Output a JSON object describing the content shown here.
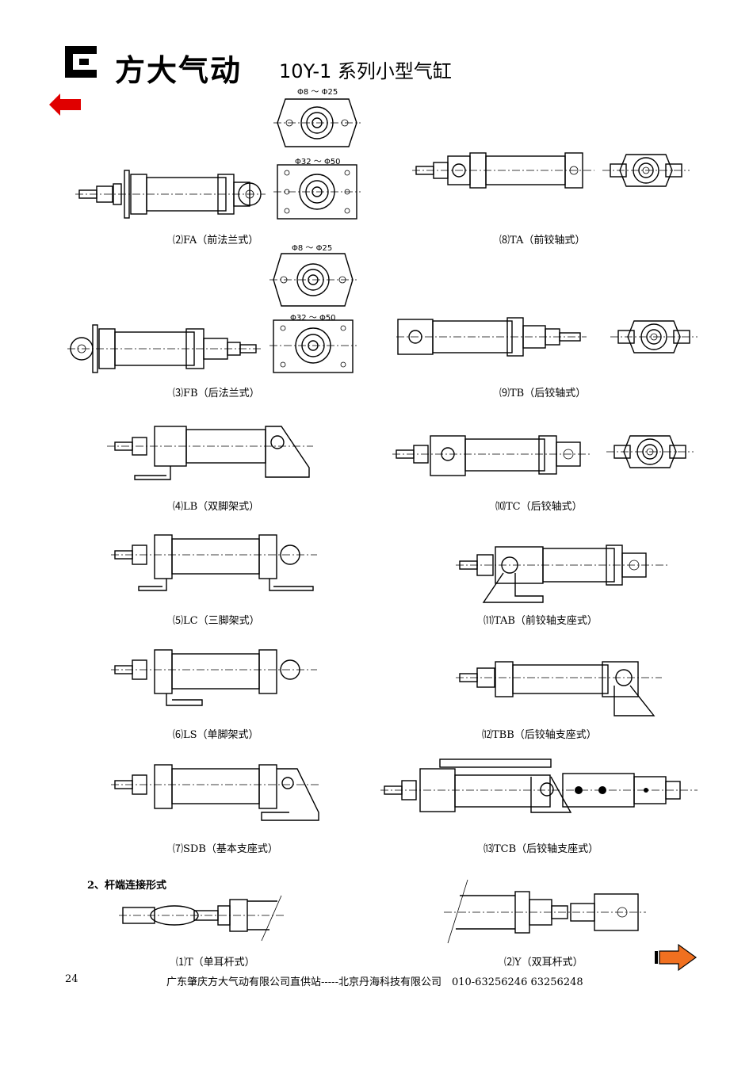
{
  "header": {
    "brand": "方大气动",
    "series": "10Y-1 系列小型气缸"
  },
  "nav": {
    "prev_icon": "left-arrow-icon",
    "next_icon": "right-arrow-icon",
    "prev_color": "#e00000",
    "next_color": "#f07020"
  },
  "dims": {
    "d1": "Φ8 ～ Φ25",
    "d2": "Φ32 ～ Φ50",
    "d3": "Φ8 ～ Φ25",
    "d4": "Φ32 ～ Φ50"
  },
  "captions": {
    "fa": "⑵FA（前法兰式）",
    "ta": "⑻TA（前铰轴式）",
    "fb": "⑶FB（后法兰式）",
    "tb": "⑼TB（后铰轴式）",
    "lb": "⑷LB（双脚架式）",
    "tc": "⑽TC（后铰轴式）",
    "lc": "⑸LC（三脚架式）",
    "tab": "⑾TAB（前铰轴支座式）",
    "ls": "⑹LS（单脚架式）",
    "tbb": "⑿TBB（后铰轴支座式）",
    "sdb": "⑺SDB（基本支座式）",
    "tcb": "⒀TCB（后铰轴支座式）",
    "t": "⑴T（单耳杆式）",
    "y": "⑵Y（双耳杆式）"
  },
  "section": {
    "title": "2、杆端连接形式"
  },
  "footer": {
    "page": "24",
    "text": "广东肇庆方大气动有限公司直供站-----北京丹海科技有限公司　010-63256246 63256248"
  }
}
